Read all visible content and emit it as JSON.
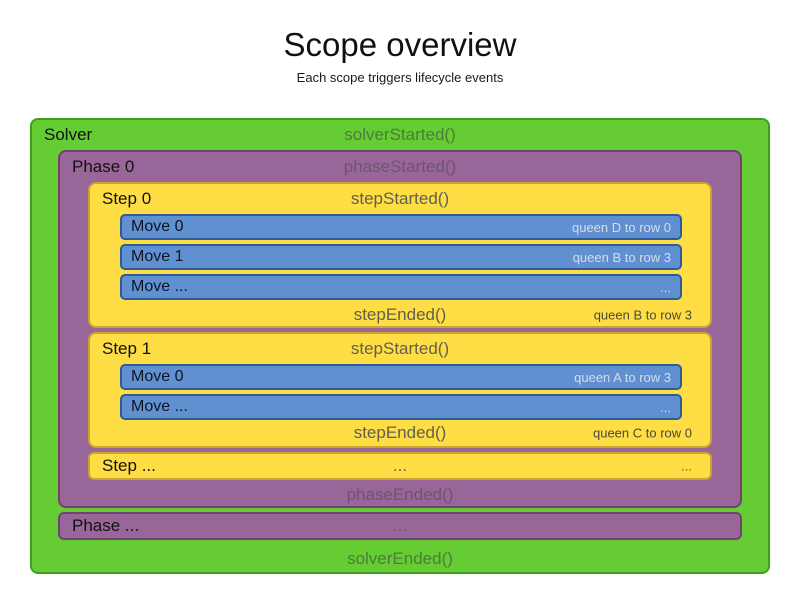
{
  "header": {
    "title": "Scope overview",
    "subtitle": "Each scope triggers lifecycle events"
  },
  "solver": {
    "label": "Solver",
    "started_event": "solverStarted()",
    "ended_event": "solverEnded()",
    "phase": {
      "label": "Phase 0",
      "started_event": "phaseStarted()",
      "ended_event": "phaseEnded()",
      "steps": [
        {
          "label": "Step 0",
          "started_event": "stepStarted()",
          "ended_event": "stepEnded()",
          "ended_note": "queen B to row 3",
          "moves": [
            {
              "label": "Move 0",
              "note": "queen D to row 0"
            },
            {
              "label": "Move 1",
              "note": "queen B to row 3"
            },
            {
              "label": "Move ...",
              "note": "..."
            }
          ]
        },
        {
          "label": "Step 1",
          "started_event": "stepStarted()",
          "ended_event": "stepEnded()",
          "ended_note": "queen C to row 0",
          "moves": [
            {
              "label": "Move 0",
              "note": "queen A to row 3"
            },
            {
              "label": "Move ...",
              "note": "..."
            }
          ]
        }
      ],
      "step_ellipsis": {
        "label": "Step ...",
        "center": "...",
        "right": "..."
      },
      "phase_ellipsis": {
        "label": "Phase ...",
        "center": "..."
      }
    }
  },
  "colors": {
    "solver_green": "#66cc33",
    "phase_purple": "#996699",
    "step_yellow": "#ffdd44",
    "move_blue": "#6090d0"
  }
}
